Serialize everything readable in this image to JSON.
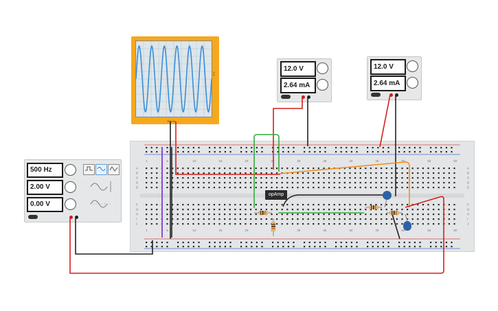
{
  "oscilloscope": {
    "side_label": "4 V",
    "time_label": "768 ms",
    "waveform": "sine",
    "cycles": 6
  },
  "psu_left": {
    "voltage": "12.0 V",
    "current": "2.64 mA"
  },
  "psu_right": {
    "voltage": "12.0 V",
    "current": "2.64 mA"
  },
  "function_generator": {
    "frequency": "500 Hz",
    "amplitude": "2.00 V",
    "offset": "0.00 V",
    "waveforms": [
      "square-wave-icon",
      "sine-wave-icon",
      "triangle-wave-icon"
    ],
    "selected_waveform": "sine"
  },
  "chip": {
    "label": "opAmp"
  },
  "breadboard": {
    "column_labels_top": [
      "1",
      "5",
      "10",
      "15",
      "20",
      "25",
      "30",
      "35",
      "40",
      "45",
      "50",
      "55",
      "60"
    ],
    "row_labels": [
      "A",
      "B",
      "C",
      "D",
      "E",
      "F",
      "G",
      "H",
      "I",
      "J"
    ]
  },
  "colors": {
    "breadboard": "#e4e5e6",
    "scope_frame": "#f6a81d",
    "trace": "#3b8ed8",
    "wire_red": "#d71e1e",
    "wire_black": "#222222",
    "wire_green": "#2fae3d",
    "wire_orange": "#f28f1b",
    "wire_purple": "#8b4bd6",
    "capacitor": "#2d62a8"
  }
}
